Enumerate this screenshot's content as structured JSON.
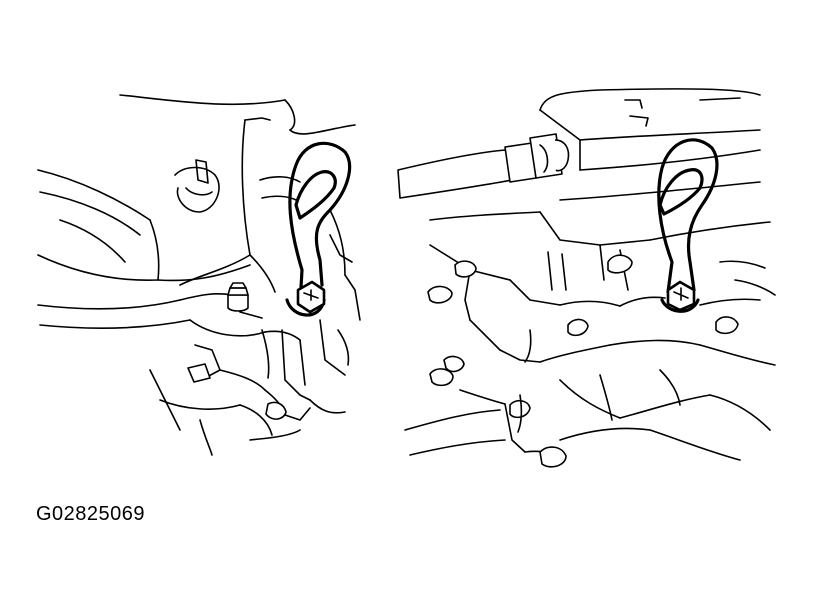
{
  "figure": {
    "id": "G02825069",
    "panels": [
      {
        "subject": "engine-left-side",
        "hook": "engine-hanger-hook"
      },
      {
        "subject": "engine-right-side",
        "hook": "engine-hanger-hook"
      }
    ],
    "colors": {
      "ink": "#000000",
      "background": "#ffffff"
    }
  }
}
